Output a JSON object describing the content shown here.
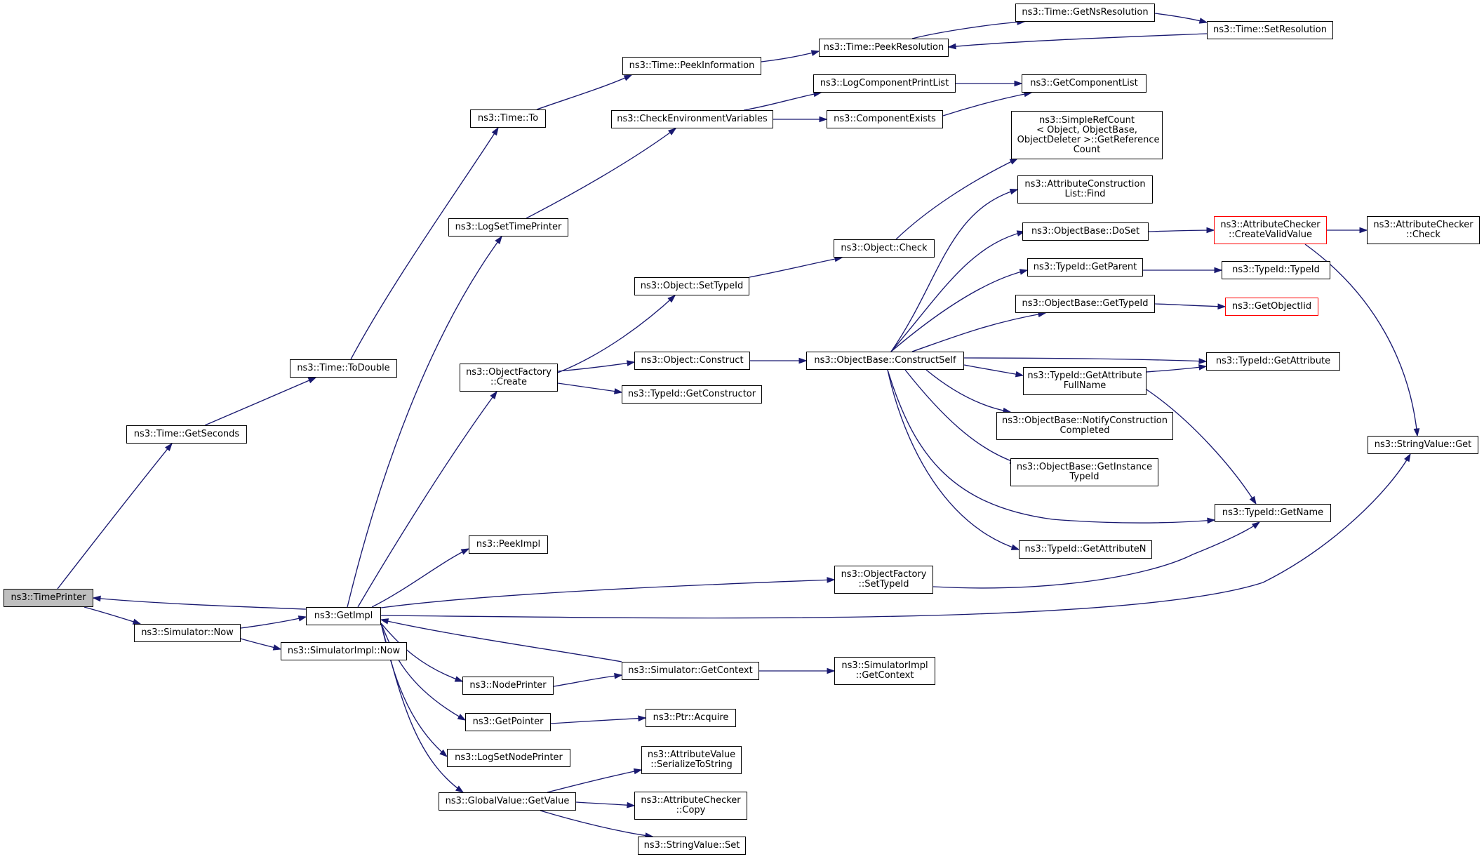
{
  "colors": {
    "edge": "#191970",
    "node_border": "#000000",
    "truncated_node_border": "#ff0000",
    "root_fill": "#bfbfbf",
    "background": "#ffffff"
  },
  "nodes": {
    "timeprinter": "ns3::TimePrinter",
    "time_getseconds": "ns3::Time::GetSeconds",
    "simulator_now": "ns3::Simulator::Now",
    "time_todouble": "ns3::Time::ToDouble",
    "time_to": "ns3::Time::To",
    "time_peekinformation": "ns3::Time::PeekInformation",
    "time_peekresolution": "ns3::Time::PeekResolution",
    "time_getnsresolution": "ns3::Time::GetNsResolution",
    "time_setresolution": "ns3::Time::SetResolution",
    "getimpl": "ns3::GetImpl",
    "simulatorimpl_now": "ns3::SimulatorImpl::Now",
    "logsettimeprinter": "ns3::LogSetTimePrinter",
    "checkenvironmentvariables": "ns3::CheckEnvironmentVariables",
    "logcomponentprintlist": "ns3::LogComponentPrintList",
    "componentexists": "ns3::ComponentExists",
    "getcomponentlist": "ns3::GetComponentList",
    "objectfactory_create": "ns3::ObjectFactory\n::Create",
    "object_settypeid": "ns3::Object::SetTypeId",
    "object_construct": "ns3::Object::Construct",
    "typeid_getconstructor": "ns3::TypeId::GetConstructor",
    "object_check": "ns3::Object::Check",
    "simplerefcount": "ns3::SimpleRefCount\n< Object, ObjectBase,\n ObjectDeleter >::GetReference\nCount",
    "objectbase_constructself": "ns3::ObjectBase::ConstructSelf",
    "attributeconstructionlist_find": "ns3::AttributeConstruction\nList::Find",
    "objectbase_doset": "ns3::ObjectBase::DoSet",
    "attributechecker_createvalidvalue": "ns3::AttributeChecker\n::CreateValidValue",
    "attributechecker_check": "ns3::AttributeChecker\n::Check",
    "typeid_getparent": "ns3::TypeId::GetParent",
    "typeid_typeid": "ns3::TypeId::TypeId",
    "objectbase_gettypeid": "ns3::ObjectBase::GetTypeId",
    "getobjectiid": "ns3::GetObjectIid",
    "typeid_getattribute": "ns3::TypeId::GetAttribute",
    "typeid_getattributefullname": "ns3::TypeId::GetAttribute\nFullName",
    "objectbase_notifyconstructioncompleted": "ns3::ObjectBase::NotifyConstruction\nCompleted",
    "objectbase_getinstancetypeid": "ns3::ObjectBase::GetInstance\nTypeId",
    "typeid_getname": "ns3::TypeId::GetName",
    "typeid_getattributen": "ns3::TypeId::GetAttributeN",
    "stringvalue_get": "ns3::StringValue::Get",
    "peekimpl": "ns3::PeekImpl",
    "objectfactory_settypeid": "ns3::ObjectFactory\n::SetTypeId",
    "nodeprinter": "ns3::NodePrinter",
    "simulator_getcontext": "ns3::Simulator::GetContext",
    "simulatorimpl_getcontext": "ns3::SimulatorImpl\n::GetContext",
    "getpointer": "ns3::GetPointer",
    "ptr_acquire": "ns3::Ptr::Acquire",
    "logsetnodeprinter": "ns3::LogSetNodePrinter",
    "globalvalue_getvalue": "ns3::GlobalValue::GetValue",
    "attributevalue_serializetostring": "ns3::AttributeValue\n::SerializeToString",
    "attributechecker_copy": "ns3::AttributeChecker\n::Copy",
    "stringvalue_set": "ns3::StringValue::Set"
  }
}
